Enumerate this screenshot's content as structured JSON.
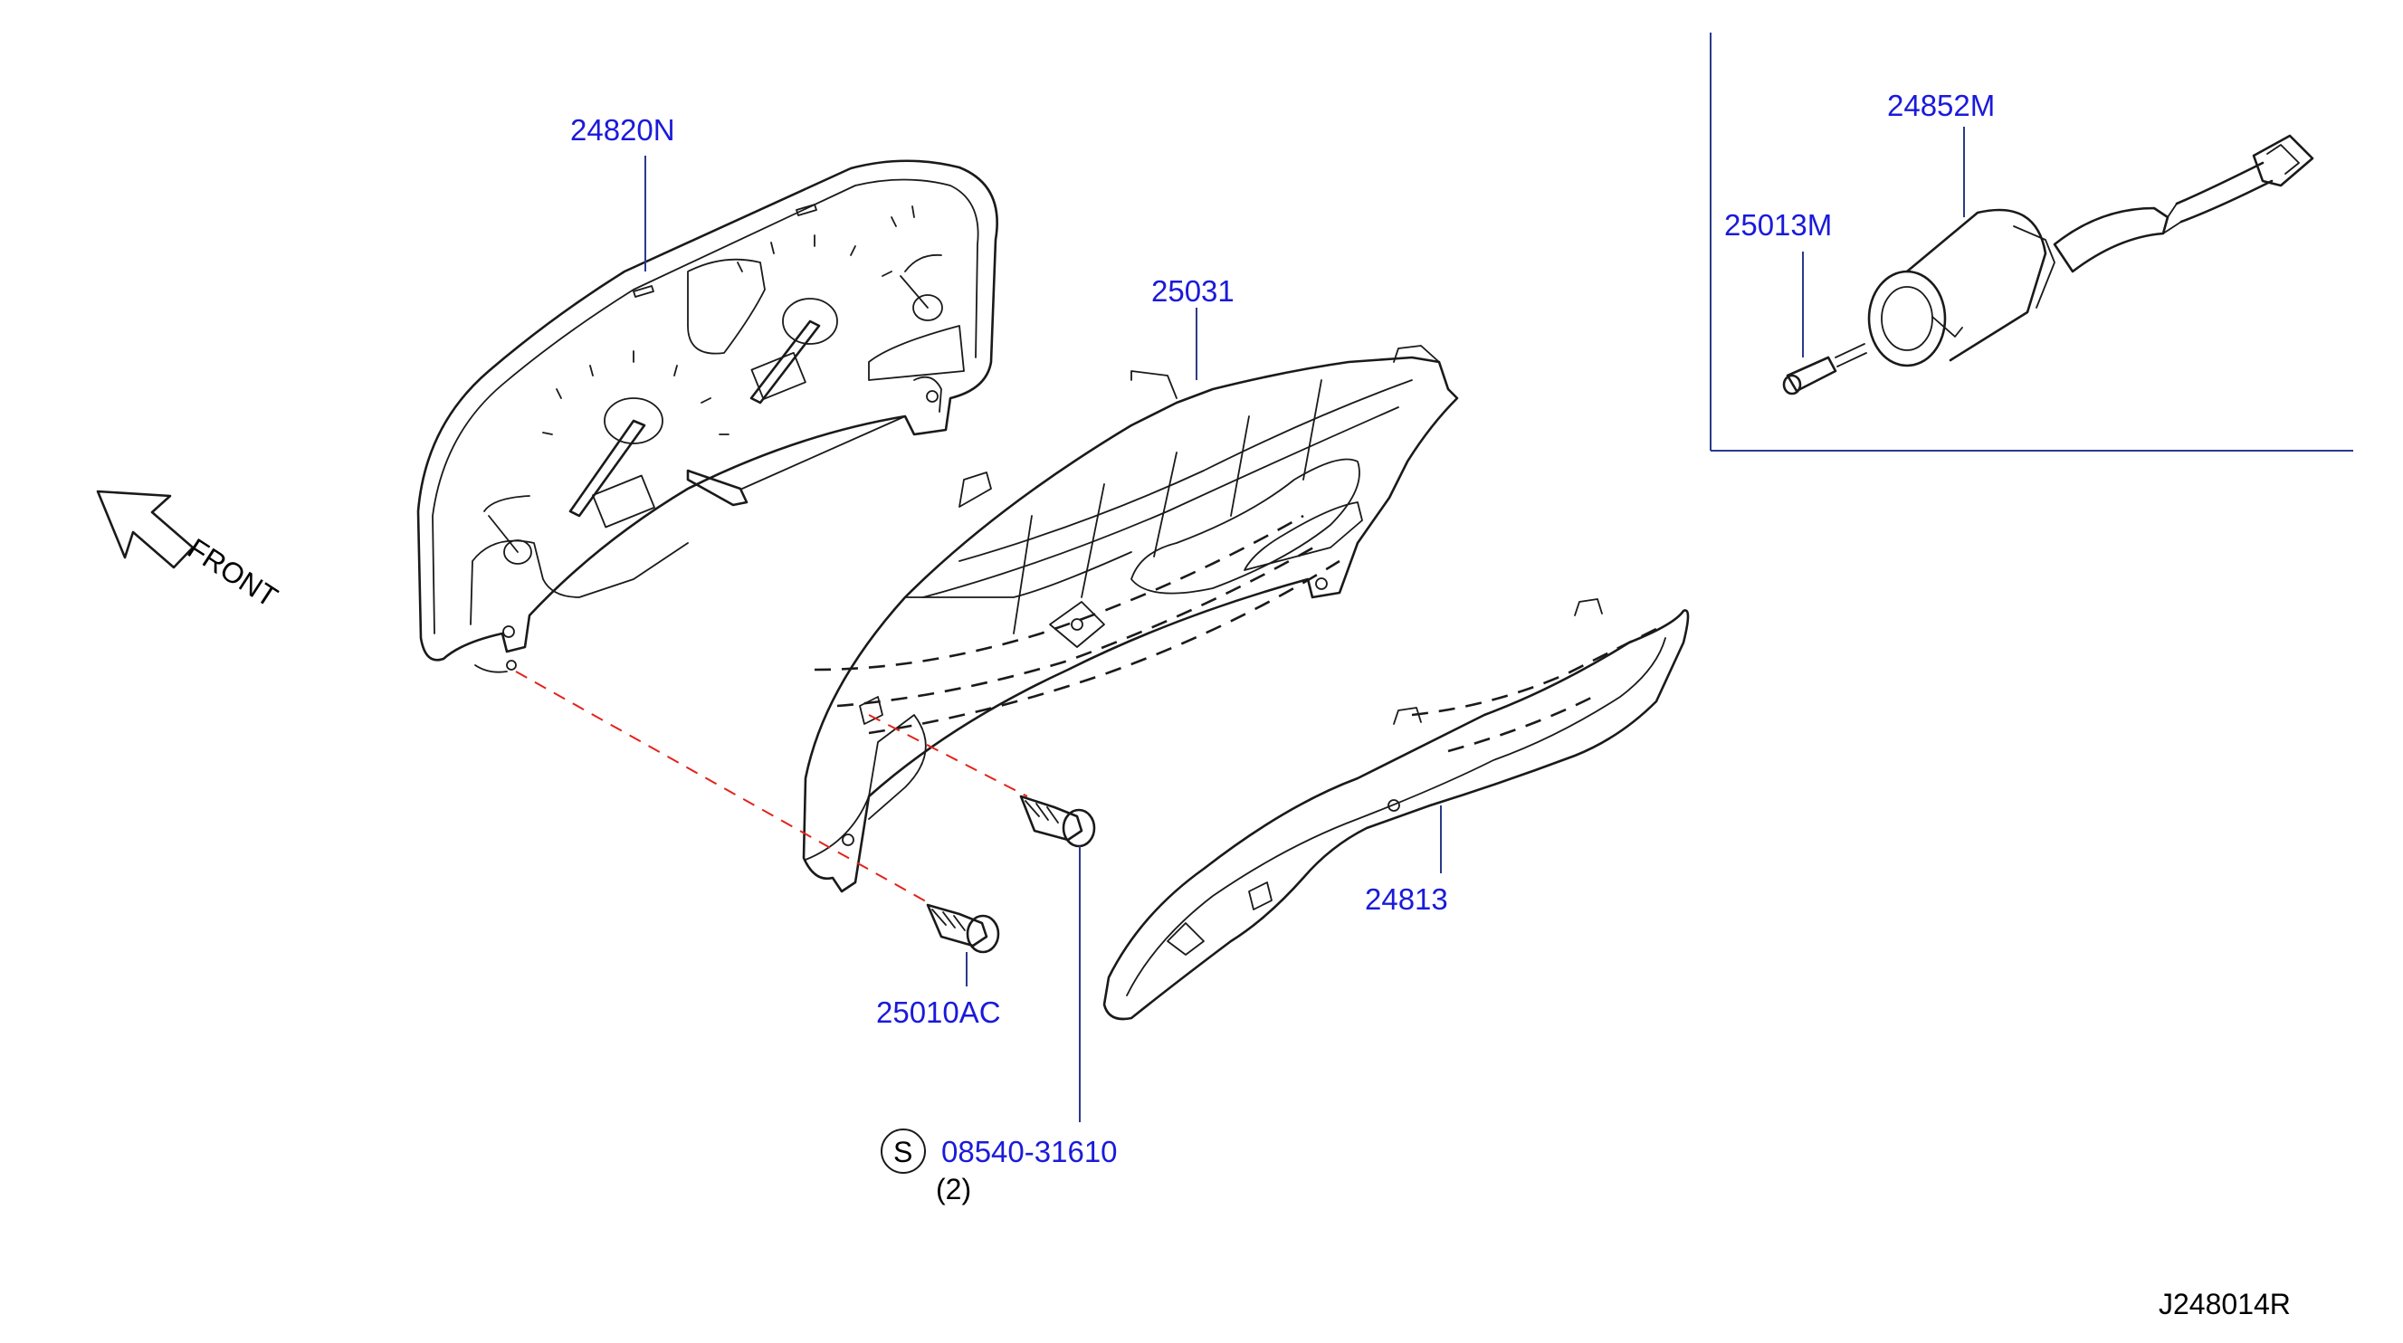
{
  "diagram_id": "J248014R",
  "front_label": "FRONT",
  "parts": [
    {
      "code": "24820N"
    },
    {
      "code": "25031"
    },
    {
      "code": "24813"
    },
    {
      "code": "25010AC"
    },
    {
      "code": "08540-31610",
      "symbol": "S",
      "quantity": "(2)"
    },
    {
      "code": "24852M"
    },
    {
      "code": "25013M"
    }
  ],
  "colors": {
    "part_label": "#1a1adb",
    "line_art": "#1a1a1a",
    "leader": "#2a3a8a",
    "dashed_alignment": "#e2231a"
  }
}
